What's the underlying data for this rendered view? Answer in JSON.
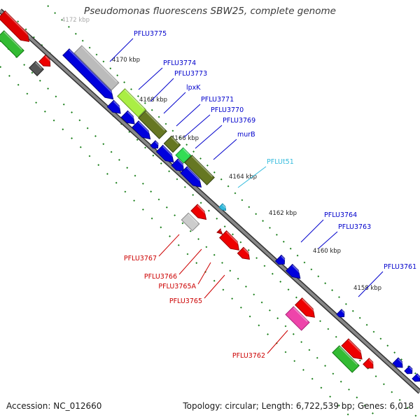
{
  "title": "Pseudomonas fluorescens SBW25, complete genome",
  "accession": "Accession: NC_012660",
  "topology": "Topology: circular; Length: 6,722,539 bp; Genes: 6,018",
  "ticks": [
    "4172 kbp",
    "4170 kbp",
    "4168 kbp",
    "4166 kbp",
    "4164 kbp",
    "4162 kbp",
    "4160 kbp",
    "4158 kbp"
  ],
  "colors": {
    "forward_cds": "#0000dd",
    "reverse_cds": "#e00000",
    "rna": "#33ccee",
    "backbone": "#888888",
    "tick": "#1a7f1a"
  },
  "genes": [
    {
      "name": "PFLU3775",
      "color": "#0000cc"
    },
    {
      "name": "PFLU3774",
      "color": "#0000cc"
    },
    {
      "name": "PFLU3773",
      "color": "#0000cc"
    },
    {
      "name": "lpxK",
      "color": "#0000cc"
    },
    {
      "name": "PFLU3771",
      "color": "#0000cc"
    },
    {
      "name": "PFLU3770",
      "color": "#0000cc"
    },
    {
      "name": "PFLU3769",
      "color": "#0000cc"
    },
    {
      "name": "murB",
      "color": "#0000cc"
    },
    {
      "name": "PFLUt51",
      "color": "#33bbdd"
    },
    {
      "name": "PFLU3764",
      "color": "#0000cc"
    },
    {
      "name": "PFLU3763",
      "color": "#0000cc"
    },
    {
      "name": "PFLU3761",
      "color": "#0000cc"
    },
    {
      "name": "PFLU3767",
      "color": "#cc0000"
    },
    {
      "name": "PFLU3766",
      "color": "#cc0000"
    },
    {
      "name": "PFLU3765A",
      "color": "#cc0000"
    },
    {
      "name": "PFLU3765",
      "color": "#cc0000"
    },
    {
      "name": "PFLU3762",
      "color": "#cc0000"
    }
  ]
}
